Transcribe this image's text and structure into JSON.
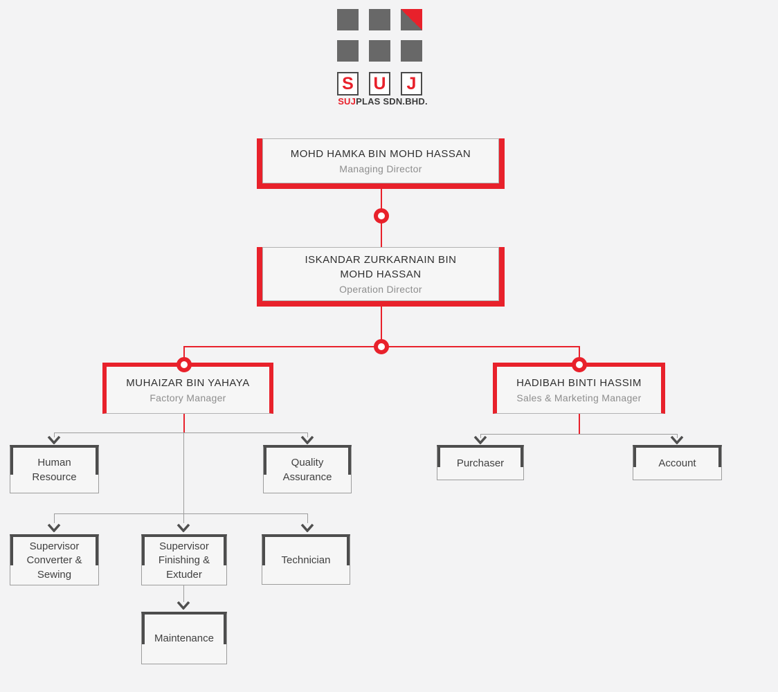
{
  "brand": {
    "name_highlight": "SUJ",
    "name_rest": "PLAS SDN.BHD.",
    "tile_letters": [
      "S",
      "U",
      "J"
    ]
  },
  "colors": {
    "accent_red": "#e8212b",
    "bar_dark": "#4d4d4d",
    "line_gray": "#9c9c9c",
    "text_dark": "#2f2f2f",
    "text_muted": "#8d8d8d"
  },
  "nodes": {
    "managing_director": {
      "name": "MOHD HAMKA BIN MOHD HASSAN",
      "title": "Managing Director"
    },
    "operation_director": {
      "name_line1": "ISKANDAR ZURKARNAIN BIN",
      "name_line2": "MOHD HASSAN",
      "title": "Operation Director"
    },
    "factory_manager": {
      "name": "MUHAIZAR BIN YAHAYA",
      "title": "Factory Manager"
    },
    "sales_marketing_manager": {
      "name": "HADIBAH BINTI HASSIM",
      "title": "Sales & Marketing Manager"
    },
    "human_resource": {
      "label": "Human Resource"
    },
    "quality_assurance": {
      "label": "Quality Assurance"
    },
    "purchaser": {
      "label": "Purchaser"
    },
    "account": {
      "label": "Account"
    },
    "supervisor_converter_sewing": {
      "label": "Supervisor Converter & Sewing"
    },
    "supervisor_finishing_extuder": {
      "label": "Supervisor Finishing & Extuder"
    },
    "technician": {
      "label": "Technician"
    },
    "maintenance": {
      "label": "Maintenance"
    }
  }
}
